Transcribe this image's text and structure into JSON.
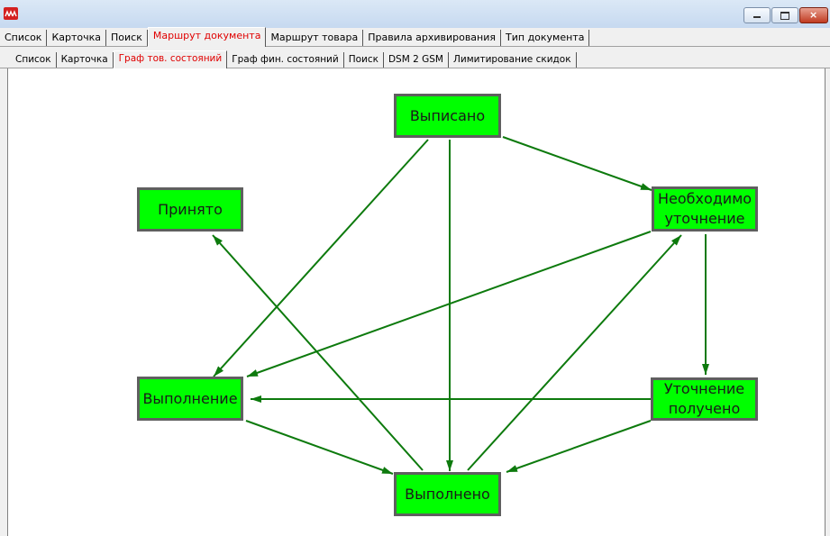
{
  "window": {
    "app_icon": "app-logo-icon",
    "controls": [
      "minimize-icon",
      "maximize-icon",
      "close-icon"
    ],
    "close_glyph": "×"
  },
  "main_tabs": [
    {
      "label": "Список",
      "active": false
    },
    {
      "label": "Карточка",
      "active": false
    },
    {
      "label": "Поиск",
      "active": false
    },
    {
      "label": "Маршрут документа",
      "active": true
    },
    {
      "label": "Маршрут товара",
      "active": false
    },
    {
      "label": "Правила архивирования",
      "active": false
    },
    {
      "label": "Тип документа",
      "active": false
    }
  ],
  "sub_tabs": [
    {
      "label": "Список",
      "active": false
    },
    {
      "label": "Карточка",
      "active": false
    },
    {
      "label": "Граф тов. состояний",
      "active": true
    },
    {
      "label": "Граф фин. состояний",
      "active": false
    },
    {
      "label": "Поиск",
      "active": false
    },
    {
      "label": "DSM 2 GSM",
      "active": false
    },
    {
      "label": "Лимитирование скидок",
      "active": false
    }
  ],
  "graph": {
    "node_color": "#00ff00",
    "node_border_color": "#5f5f5f",
    "edge_color": "#0d7a0d",
    "nodes": [
      {
        "id": "vypisano",
        "label": "Выписано"
      },
      {
        "id": "prinyato",
        "label": "Принято"
      },
      {
        "id": "neobhodimo",
        "label": "Необходимо уточнение"
      },
      {
        "id": "vypolnenie",
        "label": "Выполнение"
      },
      {
        "id": "utochnenie",
        "label": "Уточнение получено"
      },
      {
        "id": "vypolneno",
        "label": "Выполнено"
      }
    ],
    "edges": [
      {
        "from": "vypisano",
        "to": "vypolnenie"
      },
      {
        "from": "vypisano",
        "to": "vypolneno"
      },
      {
        "from": "vypisano",
        "to": "neobhodimo"
      },
      {
        "from": "neobhodimo",
        "to": "vypolnenie"
      },
      {
        "from": "neobhodimo",
        "to": "utochnenie"
      },
      {
        "from": "utochnenie",
        "to": "vypolnenie"
      },
      {
        "from": "utochnenie",
        "to": "vypolneno"
      },
      {
        "from": "vypolnenie",
        "to": "vypolneno"
      },
      {
        "from": "vypolneno",
        "to": "prinyato"
      },
      {
        "from": "vypolneno",
        "to": "neobhodimo"
      }
    ]
  }
}
